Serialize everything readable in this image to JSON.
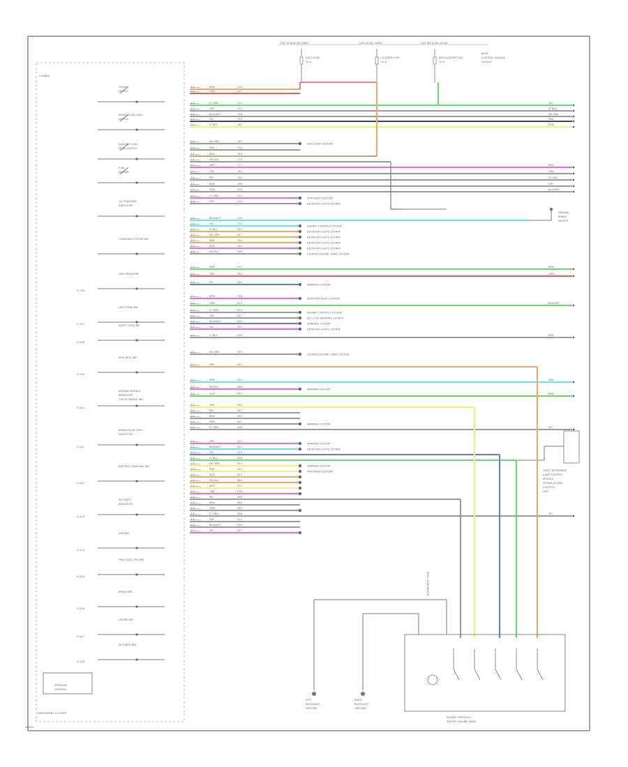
{
  "diagram": {
    "corner_code": "W0000",
    "cluster_label": "INSTRUMENT CLUSTER",
    "border_label": "CLMNDL",
    "top_header": [
      "HOT IN RUN OR START",
      "HOT AT ALL TIMES",
      "HOT WITH KEY IN IGN"
    ],
    "fuses": [
      {
        "line1": "IGN-1 FUSE",
        "line2": "10 A"
      },
      {
        "line1": "CLUSTER FUSE",
        "line2": "10 A"
      },
      {
        "line1": "KEY/CLUSTER FUSE",
        "line2": "10 A"
      }
    ],
    "ignition_switch_note": [
      "BODY",
      "CONTROL MODULE",
      "OUTPUT"
    ],
    "left_components": [
      {
        "id": "s1",
        "lines": [
          "TRUNK",
          "SWITCH"
        ]
      },
      {
        "id": "s2",
        "lines": [
          "BRAKE FLUID LEVEL",
          "SWITCH"
        ]
      },
      {
        "id": "s3",
        "lines": [
          "WASHER FLUID",
          "LEVEL SWITCH"
        ]
      },
      {
        "id": "s4",
        "lines": [
          "FUEL",
          "SENDER"
        ]
      },
      {
        "id": "s5",
        "lines": [
          "OIL PRESSURE",
          "INDICATOR"
        ]
      },
      {
        "id": "s6",
        "lines": [
          "CHARGING SYSTEM IND"
        ]
      },
      {
        "id": "s7",
        "lines": [
          "HIGH BEAM IND"
        ]
      },
      {
        "id": "s8",
        "lines": [
          "LEFT TURN IND"
        ]
      },
      {
        "id": "s9",
        "lines": [
          "RIGHT TURN IND"
        ]
      },
      {
        "id": "s10",
        "lines": [
          "SEAT BELT IND"
        ]
      },
      {
        "id": "s11",
        "lines": [
          "AIR BAG MODULE",
          "INDICATOR",
          "CHECK ENGINE IND"
        ]
      },
      {
        "id": "s12",
        "lines": [
          "BRAKE FLUID LEVEL",
          "INDICATOR"
        ]
      },
      {
        "id": "s13",
        "lines": [
          "BATTERY CHARGING IND"
        ]
      },
      {
        "id": "s14",
        "lines": [
          "SECURITY",
          "INDICATOR"
        ]
      },
      {
        "id": "s15",
        "lines": [
          "ABS IND"
        ]
      },
      {
        "id": "s16",
        "lines": [
          "TRACTION CTRL IND"
        ]
      },
      {
        "id": "s17",
        "lines": [
          "BRAKE IND"
        ]
      },
      {
        "id": "s18",
        "lines": [
          "CRUISE IND"
        ]
      },
      {
        "id": "s19",
        "lines": [
          "SECURITY IND"
        ]
      }
    ],
    "wire_codes": [
      "BRN",
      "ORN",
      "LT GRN",
      "GRY",
      "BLK/WHT",
      "YEL",
      "LT BLU",
      "DK GRN",
      "PNK",
      "RED",
      "DK BLU",
      "WHT",
      "TAN",
      "PPL"
    ],
    "system_labels": [
      "ANTI THEFT SYSTEM",
      "ANTI THEFT SYSTEM",
      "EXTERIOR LIGHTS SYSTEM",
      "ENGINE CONTROLS SYSTEM",
      "EXTERIOR LIGHTS SYSTEM",
      "EXTERIOR LIGHTS SYSTEM",
      "EXTERIOR LIGHTS SYSTEM",
      "EXTERIOR LIGHTS SYSTEM",
      "COURTESY/DOME LAMPS SYSTEM",
      "WARNING SYSTEM",
      "INTERIOR LIGHTS SYSTEM",
      "ENGINE CONTROLS SYSTEM",
      "KEY LOCK WARNING SYSTEM",
      "WARNING SYSTEM",
      "EXTERIOR LIGHTS SYSTEM",
      "COURTESY/DOME LAMPS SYSTEM",
      "WARNING SYSTEM",
      "WARNING SYSTEM",
      "WARNING SYSTEM",
      "EXTERIOR LIGHTS SYSTEM",
      "WARNING SYSTEM",
      "ANTI THEFT SYSTEM"
    ],
    "right_components": [
      {
        "id": "door",
        "lines": [
          "PARKING",
          "BRAKE",
          "SWITCH"
        ]
      },
      {
        "id": "trans",
        "lines": [
          "THEFT DETERRENT",
          "LAMP CONTROL",
          "MODULE",
          "(STAND-ALONE)",
          "CONTROL",
          "UNIT"
        ]
      }
    ],
    "ground_labels": [
      {
        "lines": [
          "LEFT",
          "BACKLIGHT",
          "GROUND"
        ]
      },
      {
        "lines": [
          "RIGHT",
          "BACKLIGHT",
          "GROUND"
        ]
      }
    ],
    "bottom_connector_label": [
      "ENGINE CONTROLS",
      "SYSTEM (ENGINE DATA)"
    ],
    "vertical_label": "ELEC. RUN SWITCH",
    "bottom_left_box": [
      "SPEEDOM",
      "CONTROL"
    ],
    "colors": {
      "orange": "#f5a660",
      "red": "#ee5a5a",
      "green": "#66dd66",
      "gray": "#999999",
      "yellow": "#f2ef7a",
      "pink": "#ee66ee",
      "cyan": "#66e6f0",
      "blue": "#6677dd",
      "black": "#444444",
      "brown": "#caa07a"
    }
  }
}
